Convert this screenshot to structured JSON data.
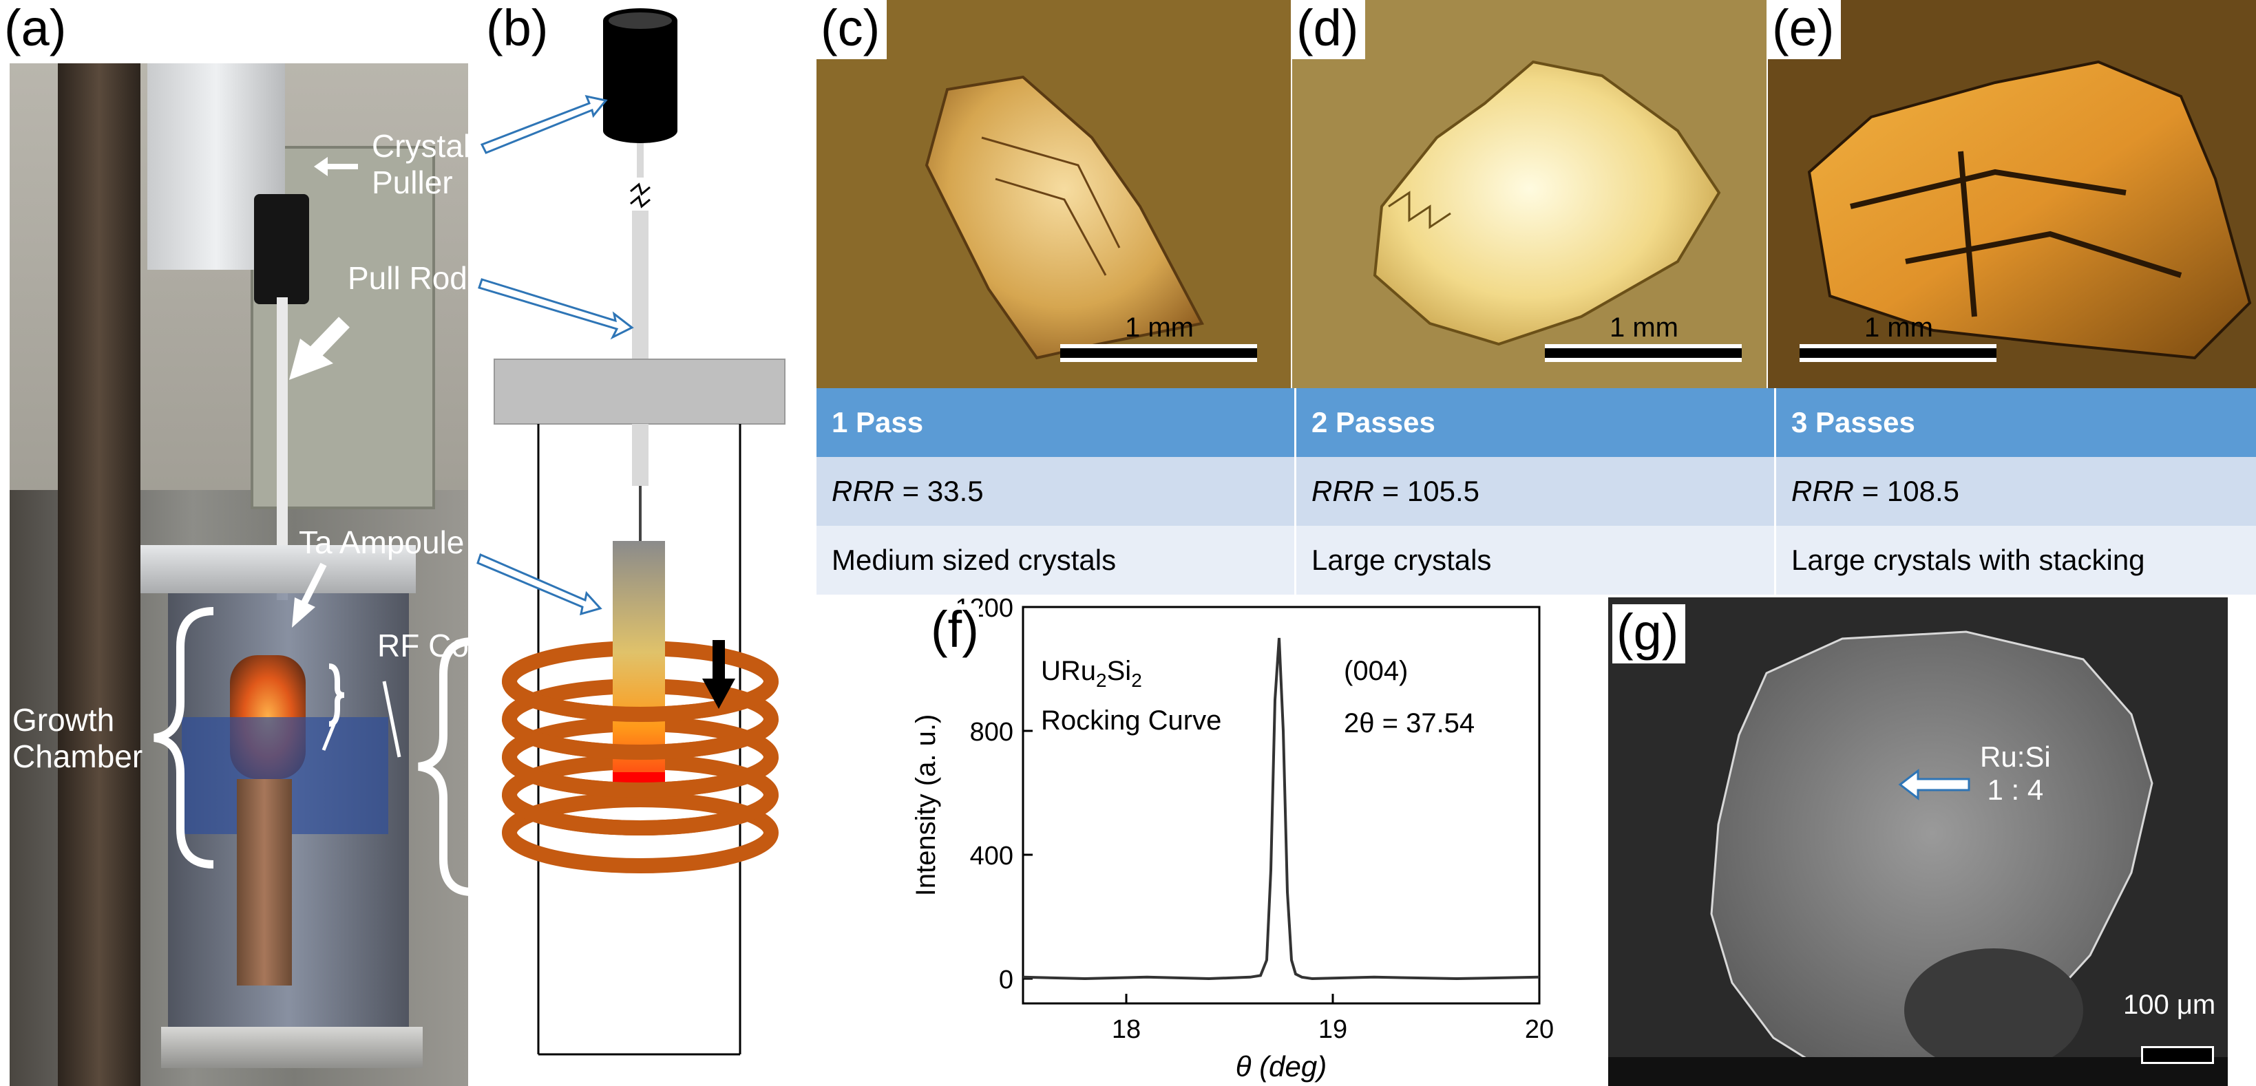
{
  "panels": {
    "a": "(a)",
    "b": "(b)",
    "c": "(c)",
    "d": "(d)",
    "e": "(e)",
    "f": "(f)",
    "g": "(g)"
  },
  "photo_labels": {
    "crystal_puller": "Crystal\nPuller",
    "pull_rod": "Pull Rod",
    "ta_ampoule": "Ta Ampoule",
    "rf_coil": "RF Coil",
    "growth_chamber": "Growth\nChamber"
  },
  "scalebars": {
    "c": "1 mm",
    "d": "1 mm",
    "e": "1 mm",
    "g": "100 μm"
  },
  "table": {
    "headers": [
      "1 Pass",
      "2 Passes",
      "3 Passes"
    ],
    "rrr_label": "RRR",
    "rrr_values": [
      " = 33.5",
      " = 105.5",
      " = 108.5"
    ],
    "descriptions": [
      "Medium sized crystals",
      "Large crystals",
      "Large crystals with stacking"
    ]
  },
  "sem": {
    "label_line1": "Ru:Si",
    "label_line2": "1 : 4"
  },
  "chart_data": {
    "type": "line",
    "title": "",
    "xlabel": "θ (deg)",
    "ylabel": "Intensity (a. u.)",
    "xlim": [
      17.5,
      20
    ],
    "ylim": [
      -80,
      1200
    ],
    "xticks": [
      18,
      19,
      20
    ],
    "yticks": [
      0,
      400,
      800,
      1200
    ],
    "annotations": [
      "URu2Si2",
      "Rocking Curve",
      "(004)",
      "2θ = 37.54"
    ],
    "series": [
      {
        "x": [
          17.5,
          17.8,
          18.1,
          18.4,
          18.6,
          18.65,
          18.68,
          18.7,
          18.72,
          18.74,
          18.76,
          18.78,
          18.8,
          18.82,
          18.85,
          18.9,
          19.2,
          19.6,
          20.0
        ],
        "values": [
          5,
          0,
          5,
          0,
          5,
          10,
          60,
          350,
          900,
          1100,
          800,
          280,
          60,
          15,
          5,
          0,
          5,
          0,
          5
        ]
      }
    ]
  }
}
